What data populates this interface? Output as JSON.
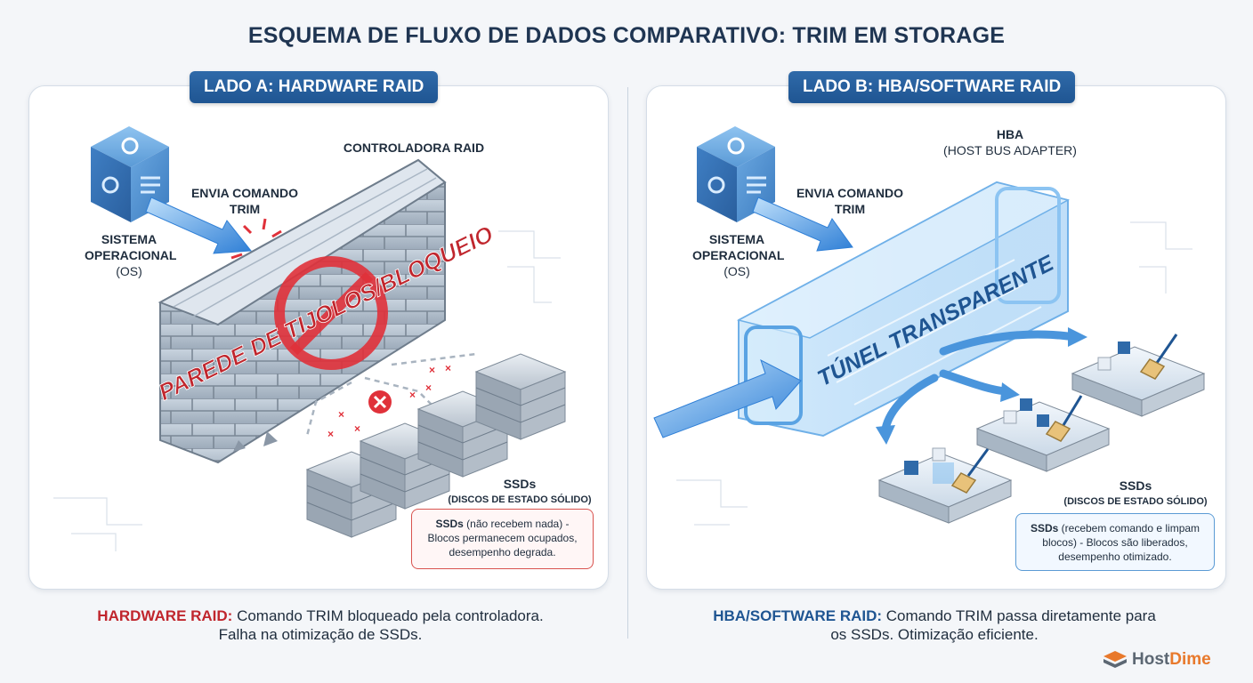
{
  "title": "ESQUEMA DE FLUXO DE DADOS COMPARATIVO: TRIM EM STORAGE",
  "side_a": {
    "header": "LADO A: HARDWARE RAID",
    "os_label_1": "SISTEMA",
    "os_label_2": "OPERACIONAL",
    "os_label_3": "(OS)",
    "command_label_1": "ENVIA COMANDO",
    "command_label_2": "TRIM",
    "controller_label": "CONTROLADORA RAID",
    "wall_label": "PAREDE DE TIJOLOS/BLOQUEIO",
    "ssd_label": "SSDs",
    "ssd_sublabel": "(DISCOS DE ESTADO SÓLIDO)",
    "note_bold": "SSDs",
    "note_text_1": " (não recebem nada) -",
    "note_text_2": "Blocos permanecem ocupados,",
    "note_text_3": "desempenho degrada.",
    "caption_highlight": "HARDWARE RAID:",
    "caption_text_1": " Comando TRIM bloqueado pela controladora.",
    "caption_text_2": "Falha na otimização de SSDs."
  },
  "side_b": {
    "header": "LADO B: HBA/SOFTWARE RAID",
    "hba_label": "HBA",
    "hba_sublabel": "(HOST BUS ADAPTER)",
    "os_label_1": "SISTEMA",
    "os_label_2": "OPERACIONAL",
    "os_label_3": "(OS)",
    "command_label_1": "ENVIA COMANDO",
    "command_label_2": "TRIM",
    "tunnel_label": "TÚNEL TRANSPARENTE",
    "ssd_label": "SSDs",
    "ssd_sublabel": "(DISCOS DE ESTADO SÓLIDO)",
    "note_bold": "SSDs",
    "note_text_1": " (recebem comando e limpam",
    "note_text_2": "blocos) - Blocos são liberados,",
    "note_text_3": "desempenho otimizado.",
    "caption_highlight": "HBA/SOFTWARE RAID:",
    "caption_text_1": " Comando TRIM passa diretamente para",
    "caption_text_2": "os SSDs. Otimização eficiente."
  },
  "logo": {
    "part_1": "Host",
    "part_2": "Dime"
  },
  "colors": {
    "title": "#1f3552",
    "header_bg": "#1f5592",
    "block_red": "#c0262d",
    "ok_blue": "#1f5592",
    "logo_orange": "#e8792c"
  },
  "icons": [
    "gear-cube-icon",
    "no-entry-icon",
    "x-mark-icon",
    "broom-icon",
    "data-block-icon"
  ]
}
